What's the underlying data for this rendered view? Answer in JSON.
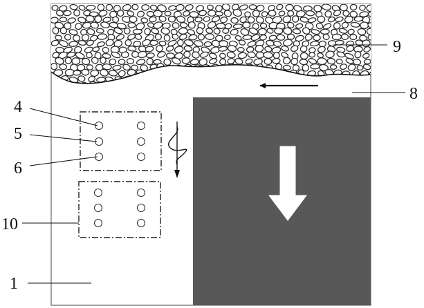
{
  "labels": {
    "l1": "1",
    "l4": "4",
    "l5": "5",
    "l6": "6",
    "l8": "8",
    "l9": "9",
    "l10": "10"
  },
  "colors": {
    "block_fill": "#585858",
    "pebble_fill": "#ffffff",
    "outline": "#111111",
    "arrow_fill": "#ffffff"
  },
  "icons": {
    "movement_arrow": "left-arrow-icon",
    "descent_arrow": "down-arrow-icon",
    "wave_arrow": "wave-arrow-icon"
  }
}
